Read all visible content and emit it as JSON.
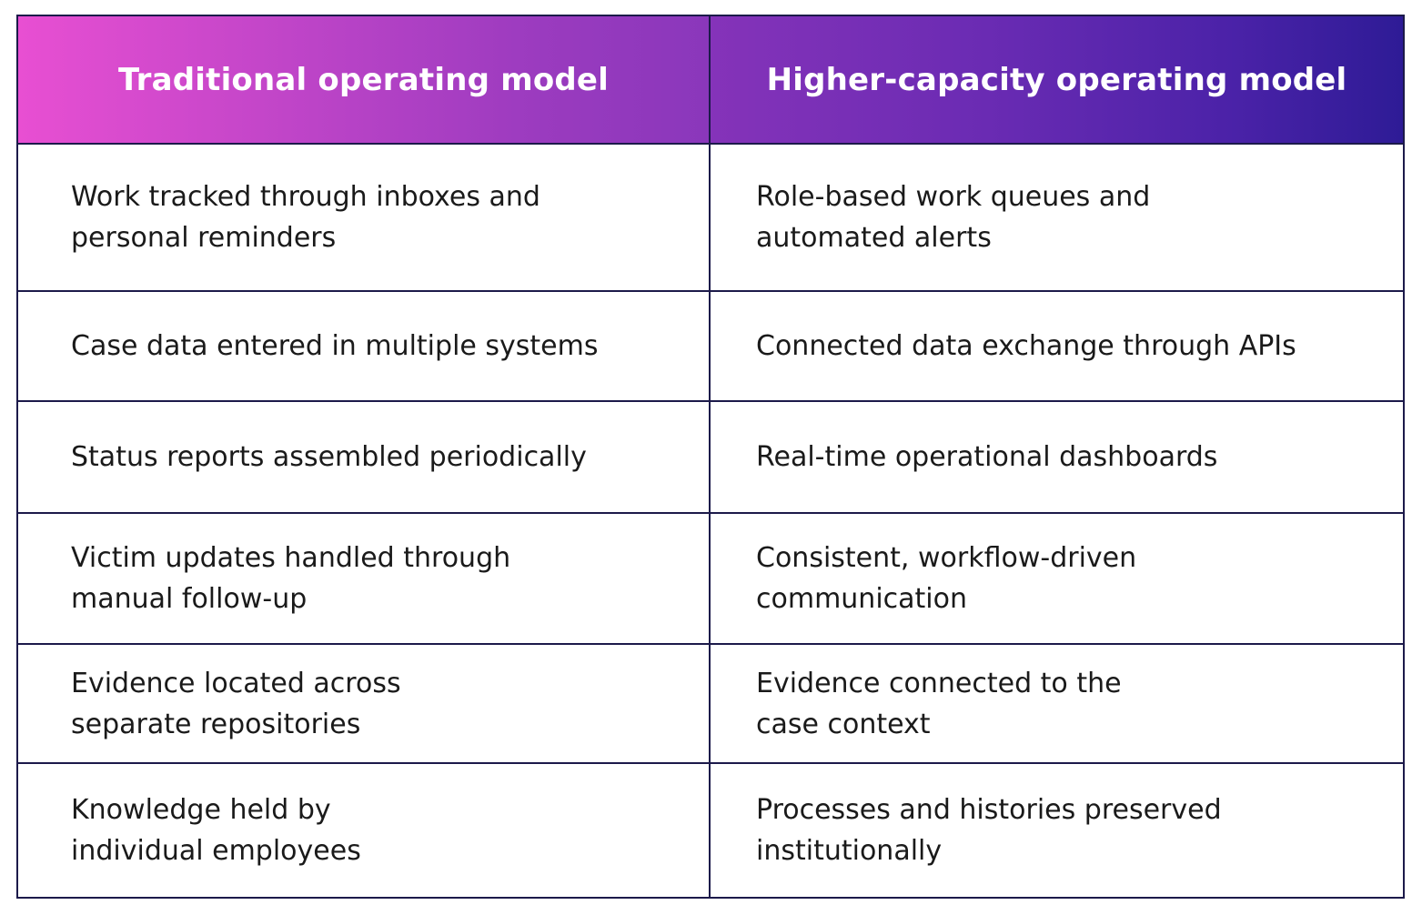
{
  "headers": {
    "left": "Traditional operating model",
    "right": "Higher-capacity operating model"
  },
  "rows": [
    {
      "traditional": "Work tracked through inboxes and\npersonal reminders",
      "higher_capacity": "Role-based work queues and\nautomated alerts"
    },
    {
      "traditional": "Case data entered in multiple systems",
      "higher_capacity": "Connected data exchange through APIs"
    },
    {
      "traditional": "Status reports assembled periodically",
      "higher_capacity": "Real-time operational dashboards"
    },
    {
      "traditional": "Victim updates handled through\nmanual follow-up",
      "higher_capacity": "Consistent, workflow-driven\ncommunication"
    },
    {
      "traditional": "Evidence located across\nseparate repositories",
      "higher_capacity": "Evidence connected to the\ncase context"
    },
    {
      "traditional": "Knowledge held by\nindividual employees",
      "higher_capacity": "Processes and histories preserved\ninstitutionally"
    }
  ],
  "colors": {
    "border": "#1c1a4a",
    "header_gradient_start": "#e84fd2",
    "header_gradient_end": "#2e1b96",
    "text": "#1a1a1a"
  }
}
